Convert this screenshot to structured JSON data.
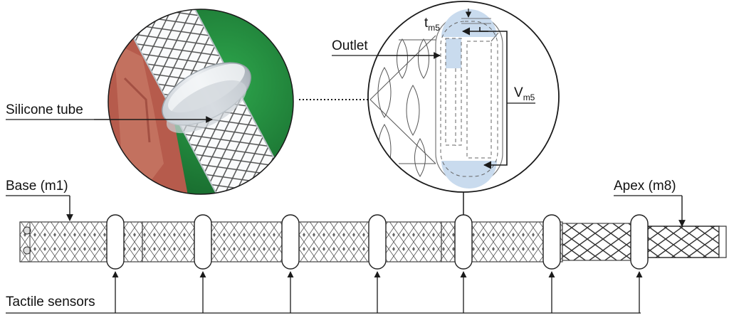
{
  "labels": {
    "silicone_tube": "Silicone tube",
    "base": "Base (m1)",
    "apex": "Apex (m8)",
    "tactile_sensors": "Tactile sensors",
    "outlet": "Outlet",
    "thickness_main": "t",
    "thickness_sub": "m5",
    "volume_main": "V",
    "volume_sub": "m5"
  },
  "colors": {
    "line": "#1a1a1a",
    "chamber_fill": "#c9dbee",
    "photo_green": "#1f8a3c",
    "photo_tissue": "#b0584a"
  },
  "sensor_count": 7
}
